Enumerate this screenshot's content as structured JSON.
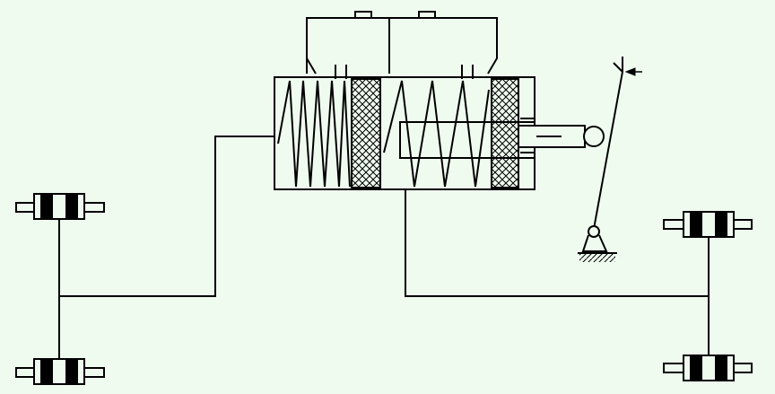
{
  "diagram": {
    "description_kind": "hydraulic-brake-schematic",
    "colors": {
      "background": "#f0fbf0",
      "line": "#000000",
      "hatch": "#000000"
    },
    "components": {
      "reservoir": {
        "chambers": 2
      },
      "master_cylinder": {
        "piston_count": 2,
        "spring_count": 2
      },
      "brake_pedal": {
        "pivot": "ground-hinge",
        "force_arrow": "left"
      },
      "front_axle": {
        "wheel_cylinders": 2
      },
      "rear_axle": {
        "wheel_cylinders": 2
      }
    }
  }
}
